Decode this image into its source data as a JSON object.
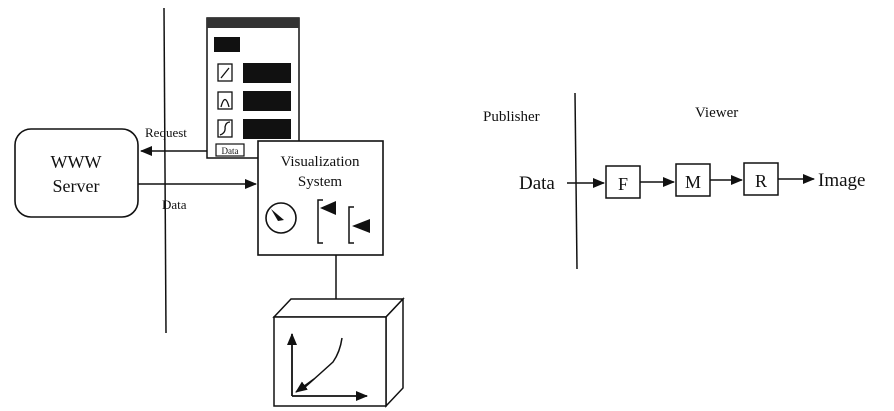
{
  "left_diagram": {
    "server_line1": "WWW",
    "server_line2": "Server",
    "request_label": "Request",
    "data_label": "Data",
    "vis_line1": "Visualization",
    "vis_line2": "System",
    "panel_data_button": "Data"
  },
  "right_diagram": {
    "publisher_label": "Publisher",
    "viewer_label": "Viewer",
    "data_label": "Data",
    "image_label": "Image",
    "stages": [
      "F",
      "M",
      "R"
    ]
  },
  "colors": {
    "ink": "#111111",
    "paper": "#ffffff"
  }
}
